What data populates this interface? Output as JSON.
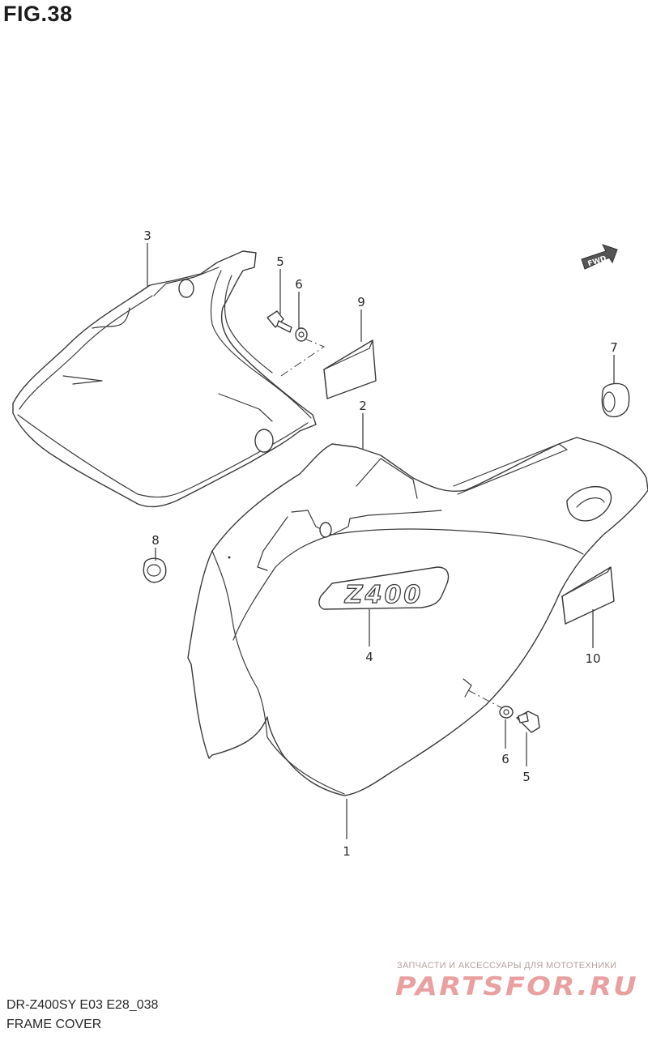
{
  "figure": {
    "title": "FIG.38",
    "model_code": "DR-Z400SY E03 E28_038",
    "name": "FRAME COVER"
  },
  "callouts": [
    "1",
    "2",
    "3",
    "4",
    "5",
    "6",
    "7",
    "8",
    "9",
    "10",
    "5",
    "6"
  ],
  "emblem_text": "Z400",
  "direction_badge": "FWD",
  "watermark": {
    "caption": "ЗАПЧАСТИ И АКСЕССУАРЫ ДЛЯ МОТОТЕХНИКИ",
    "logo_text": "PARTSFOR.RU",
    "color": "#e8a0a0"
  }
}
